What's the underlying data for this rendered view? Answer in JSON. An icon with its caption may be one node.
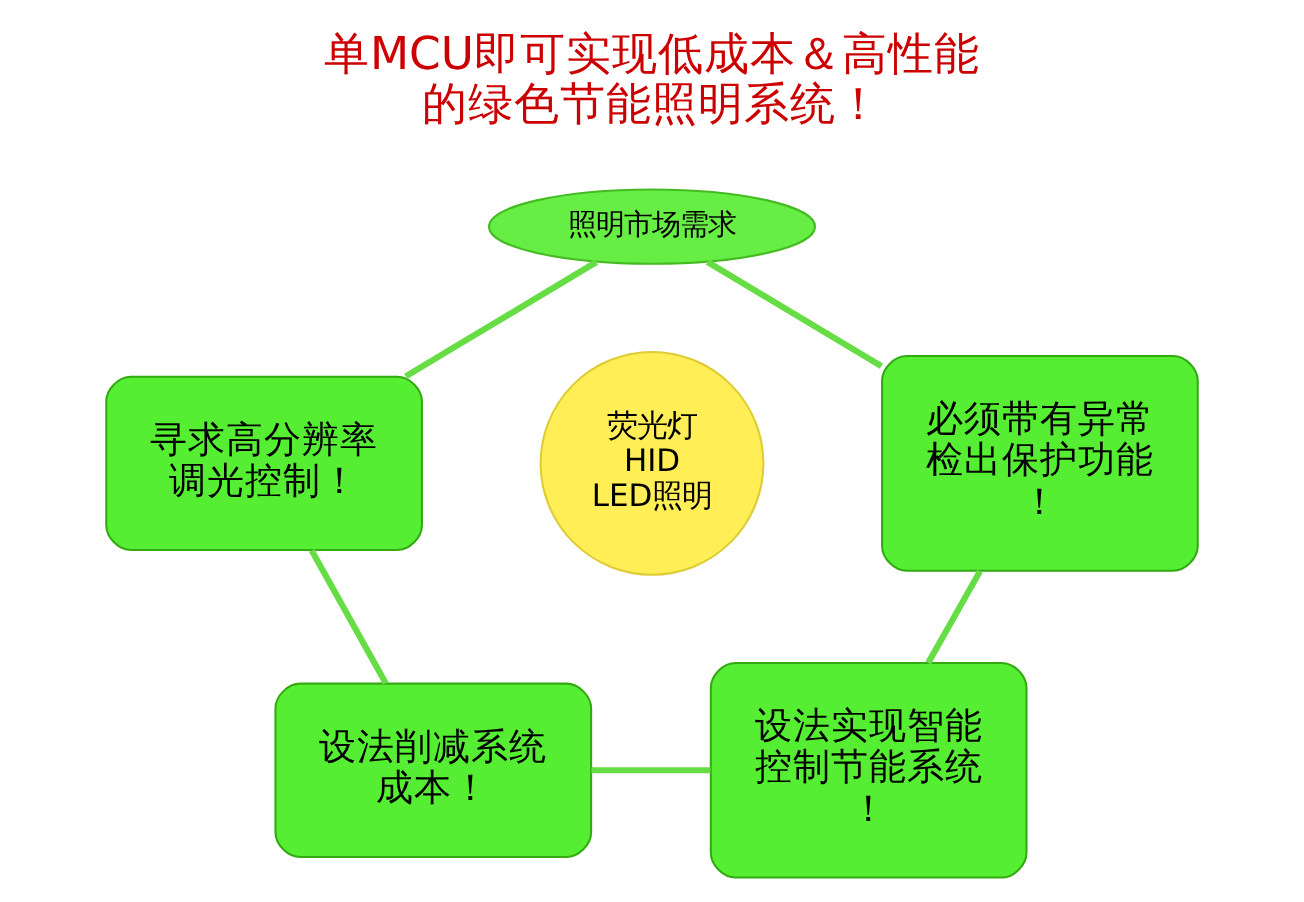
{
  "diagram": {
    "title": "单MCU即可实现低成本＆高性能的绿色节能照明系统！",
    "nodes": [
      {
        "text": [
          "照明市场需求"
        ]
      },
      {
        "text": [
          "寻求高分辨率调光控制！"
        ]
      },
      {
        "text": [
          "必须带有异常检出保护功能！"
        ]
      },
      {
        "text": [
          "荧光灯",
          "HID",
          "LED照明"
        ]
      },
      {
        "text": [
          "设法削减系统成本！"
        ]
      },
      {
        "text": [
          "设法实现智能控制节能系统！"
        ]
      }
    ],
    "edges": [
      {
        "from": 0,
        "to": 1,
        "arrow": "none"
      },
      {
        "from": 0,
        "to": 2,
        "arrow": "none"
      },
      {
        "from": 1,
        "to": 4,
        "arrow": "none"
      },
      {
        "from": 2,
        "to": 5,
        "arrow": "none"
      },
      {
        "from": 4,
        "to": 5,
        "arrow": "none"
      }
    ]
  }
}
